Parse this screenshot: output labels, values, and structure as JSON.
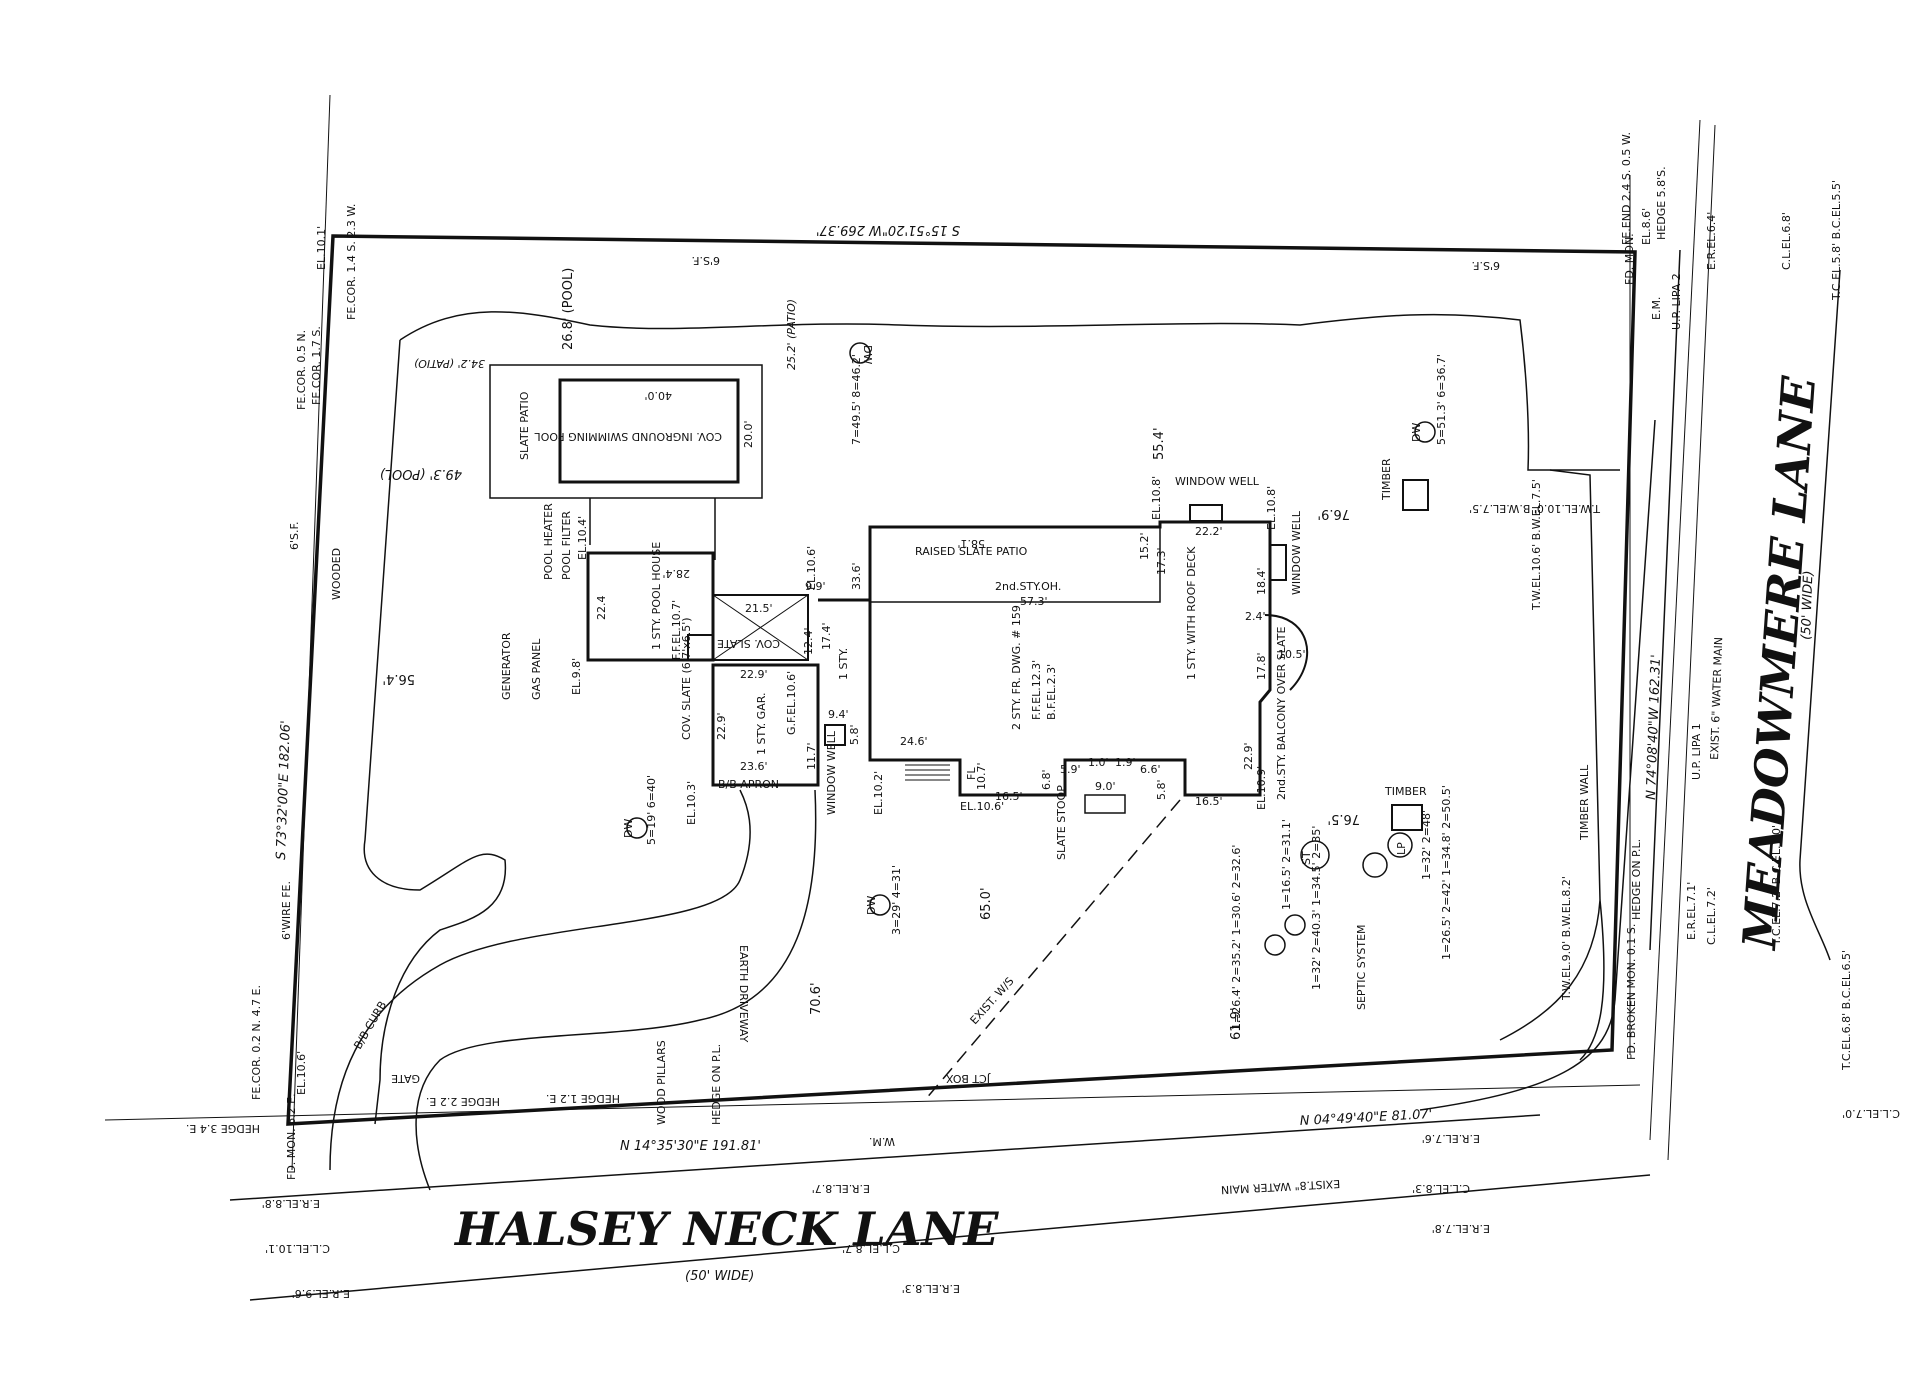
{
  "property_lines": {
    "north": "S 15°51'20\"W 269.37'",
    "west": "S 73°32'00\"E 182.06'",
    "south_west": "N 14°35'30\"E 191.81'",
    "south_east": "N 04°49'40\"E 81.07'",
    "east": "N 74°08'40\"W 162.31'"
  },
  "roads": {
    "halsey": {
      "name": "HALSEY NECK LANE",
      "width": "(50' WIDE)"
    },
    "meadowmere": {
      "name": "MEADOWMERE LANE",
      "width": "(50' WIDE)"
    }
  },
  "elevations": {
    "nw": "EL.10.1'",
    "sw": "EL.10.6'",
    "ne": "EL.8.6'",
    "fd_mon_sw": "FD. MON. 6.2 E.",
    "fd_mon_ne": "FD. MON.",
    "fd_mon_se": "FD. BROKEN MON. 0.1 S."
  },
  "fence": {
    "fe_cor_nw": "FE.COR. 1.4 S. 2.3 W.",
    "fe_cor_w1": "FE.COR. 0.5 N.",
    "fe_cor_w2": "FE.COR. 1.7 S.",
    "fe_cor_sw": "FE.COR. 0.2 N. 4.7 E.",
    "fe_end_ne": "FE.END 2.4 S. 0.5 W.",
    "sp_n1": "6'S.F.",
    "sp_n2": "6'S.F.",
    "sp_w": "6'S.F.",
    "wire": "6'WIRE FE.",
    "wooded": "WOODED"
  },
  "pool": {
    "label": "COV. INGROUND SWIMMING POOL",
    "len": "40.0'",
    "wid": "20.0'",
    "slate_patio": "SLATE PATIO",
    "patio_dist": "34.2' (PATIO)",
    "pool_dist_n": "26.8' (POOL)",
    "patio_dist_n": "25.2' (PATIO)",
    "pool_dist_w": "49.3' (POOL)",
    "heater": "POOL HEATER",
    "filter": "POOL FILTER",
    "filter_el": "EL.10.4'"
  },
  "pool_house": {
    "label": "1 STY. POOL HOUSE",
    "ff": "F.F.EL.10.7'",
    "d1": "28.4'",
    "d2": "22.4",
    "generator": "GENERATOR",
    "gas": "GAS PANEL",
    "el": "EL.9.8'"
  },
  "house": {
    "label": "2 STY. FR. DWG. # 159",
    "ff": "F.F.EL.12.3'",
    "bf": "B.F.EL.2.3'",
    "patio": "RAISED SLATE PATIO",
    "patio_len": "58.1'",
    "oh": "2nd.STY.OH.",
    "oh_len": "57.3'",
    "d_33": "33.6'",
    "d_152": "15.2'",
    "d_173": "17.3'",
    "d_222": "22.2'",
    "d_184": "18.4'",
    "d_24": "2.4'",
    "d_178": "17.8'",
    "d_229": "22.9'",
    "d_165a": "16.5'",
    "d_165b": "16.5'",
    "d_99": "9.9'",
    "d_246": "24.6'",
    "d_107": "10.7'",
    "d_68": "6.8'",
    "d_59": "5.9'",
    "d_90": "9.0'",
    "d_66": "6.6'",
    "d_58": "5.8'",
    "d_10": "1.0'",
    "d_19": "1.9'",
    "d_105": "10.5'",
    "d_94": "9.4'",
    "d_174": "17.4'",
    "d_124": "12.4'",
    "d_58b": "5.8'",
    "one_sty": "1 STY.",
    "deck": "1 STY. WITH ROOF DECK",
    "balcony": "2nd.STY. BALCONY OVER SLATE",
    "window_well": "WINDOW WELL",
    "window_well_el": "EL.10.8'",
    "window_well2": "WINDOW WELL",
    "window_well3": "WINDOW WELL",
    "el_106": "EL.10.6'",
    "el_108": "EL.10.8'",
    "el_102": "EL.10.2'",
    "el_106b": "EL.10.6'",
    "el_109": "EL.10.9'",
    "slate_stoop": "SLATE STOOP",
    "fl": "FL"
  },
  "garage": {
    "label": "1 STY. GAR.",
    "ff": "G.F.EL.10.6'",
    "cov": "COV. SLATE",
    "cov2": "COV. SLATE (6.7'x6.5')",
    "d_215": "21.5'",
    "d_229": "22.9'",
    "d_229b": "22.9'",
    "d_236": "23.6'",
    "d_117": "11.7'",
    "apron": "B/B APRON",
    "el": "EL.10.3'"
  },
  "setbacks": {
    "a": "55.4'",
    "b": "76.9'",
    "c": "56.4'",
    "d": "65.0'",
    "e": "70.6'",
    "f": "76.5'",
    "g": "61.9'"
  },
  "site": {
    "driveway": "EARTH DRIVEWAY",
    "curb": "B/B CURB",
    "gate": "GATE",
    "hedge1": "HEDGE 2.2 E.",
    "hedge2": "HEDGE 1.2 E.",
    "hedge3": "HEDGE 3.4 E.",
    "wood_pillars": "WOOD PILLARS",
    "hedge_pl": "HEDGE ON P.L.",
    "hedge_pl2": "HEDGE ON P.L.",
    "water_ws": "EXIST. W/S",
    "jct_box": "JCT BOX",
    "wm": "W.M.",
    "water_main_s": "EXIST.8\" WATER MAIN",
    "water_main_e": "EXIST. 6\" WATER MAIN",
    "timber_wall": "TIMBER WALL",
    "timber1": "TIMBER",
    "timber2": "TIMBER",
    "septic": "SEPTIC SYSTEM",
    "dw1": "DW",
    "dw1_vals": "5=19' 6=40'",
    "dw2": "DW",
    "dw2_vals": "3=29' 4=31'",
    "dw3": "DW",
    "dw3_vals": "7=49.5' 8=46.2'",
    "dw4": "DW",
    "dw4_vals": "5=51.3' 6=36.7'",
    "st": "ST",
    "st_vals": "1=16.5' 2=31.1'",
    "lp_vals1": "1=26.4' 2=35.2' 1=30.6' 2=32.6'",
    "lp_vals2": "1=32' 2=40.3' 1=34.5' 2=35'",
    "lp_vals3": "1=26.5' 2=42' 1=34.8' 2=50.5'",
    "lp_vals4": "1=32' 2=48'",
    "tw_el1": "T.W.EL.10.6' B.W.EL.7.5'",
    "tw_el2": "T.W.EL.10.0' B.W.EL.7.5'",
    "tw_el3": "T.W.EL.9.0' B.W.EL.8.2'",
    "em": "E.M.",
    "hedge_ne": "HEDGE 5.8'S.",
    "up_lipa2": "U.P. LIPA 2",
    "up_lipa1": "U.P. LIPA 1",
    "lp": "LP"
  },
  "road_els": {
    "err1": "E.R.EL.8.8'",
    "cl1": "C.L.EL.10.1'",
    "err2": "E.R.EL.9.6'",
    "err3": "E.R.EL.8.7'",
    "cl2": "C.L.EL.8.7'",
    "err4": "E.R.EL.8.3'",
    "cl3": "C.L.EL.8.3'",
    "err5": "E.R.EL.7.6'",
    "err6": "E.R.EL.7.8'",
    "cl4": "C.L.EL.7.0'",
    "err7": "E.R.EL.6.4'",
    "cl5": "C.L.EL.6.8'",
    "tc1": "T.C.EL.5.8' B.C.EL.5.5'",
    "err8": "E.R.EL.7.1'",
    "cl6": "C.L.EL.7.2'",
    "tc2": "T.C.EL.7.2' B.C.EL.7.0'",
    "tc3": "T.C.EL.6.8' B.C.EL.6.5'"
  }
}
